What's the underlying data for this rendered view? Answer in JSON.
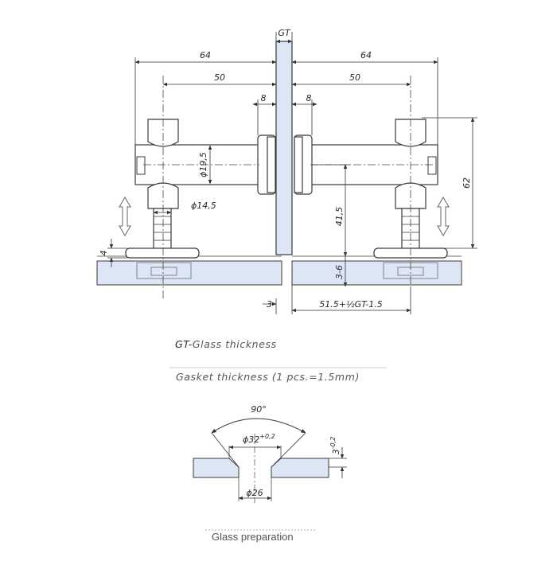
{
  "dimensions": {
    "gt": "GT",
    "left_64": "64",
    "right_64": "64",
    "left_50": "50",
    "right_50": "50",
    "left_8": "8",
    "right_8": "8",
    "dia_19_5": "ϕ19,5",
    "dia_14_5": "ϕ14,5",
    "height_62": "62",
    "height_41_5": "41,5",
    "height_4": "4",
    "gap_3_6": "3-6",
    "gap_3": "3",
    "formula": "51.5+½GT-1.5"
  },
  "notes": {
    "gt_prefix": "GT-",
    "gt_label": "Glass thickness",
    "gasket": "Gasket thickness (1 pcs.=1.5mm)"
  },
  "detail": {
    "angle": "90°",
    "dia_32": "ϕ32",
    "tol_32": "+0,2",
    "depth": "3",
    "tol_depth": "-0,2",
    "dia_26": "ϕ26",
    "caption": "Glass preparation"
  },
  "colors": {
    "line": "#3a3a3a",
    "glass_fill": "#dde6f4",
    "accent": "#6a6a6a"
  }
}
